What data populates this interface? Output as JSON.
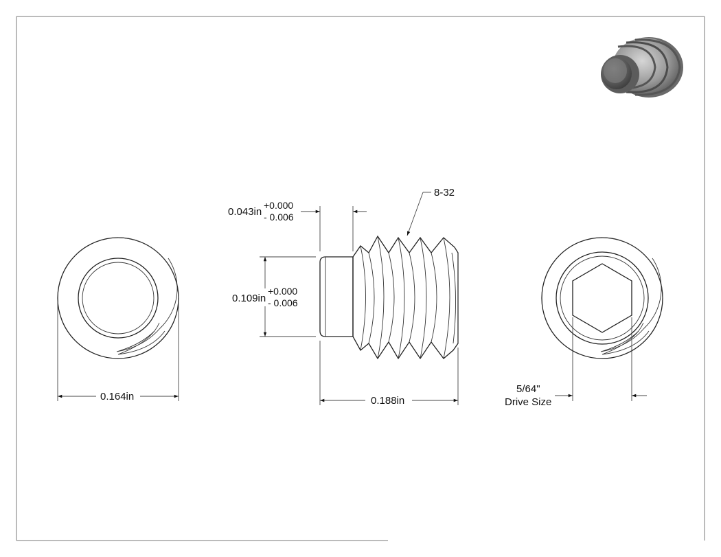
{
  "dimensions": {
    "thread_callout": "8-32",
    "point_length": {
      "value": "0.043in",
      "tol_plus": "+0.000",
      "tol_minus": "- 0.006"
    },
    "point_diameter": {
      "value": "0.109in",
      "tol_plus": "+0.000",
      "tol_minus": "- 0.006"
    },
    "overall_length": "0.188in",
    "major_diameter": "0.164in",
    "drive_size": {
      "line1": "5/64\"",
      "line2": "Drive Size"
    }
  },
  "colors": {
    "line": "#222222",
    "border": "#555555",
    "render_dark": "#4a4a4a",
    "render_light": "#bdbdbd"
  }
}
